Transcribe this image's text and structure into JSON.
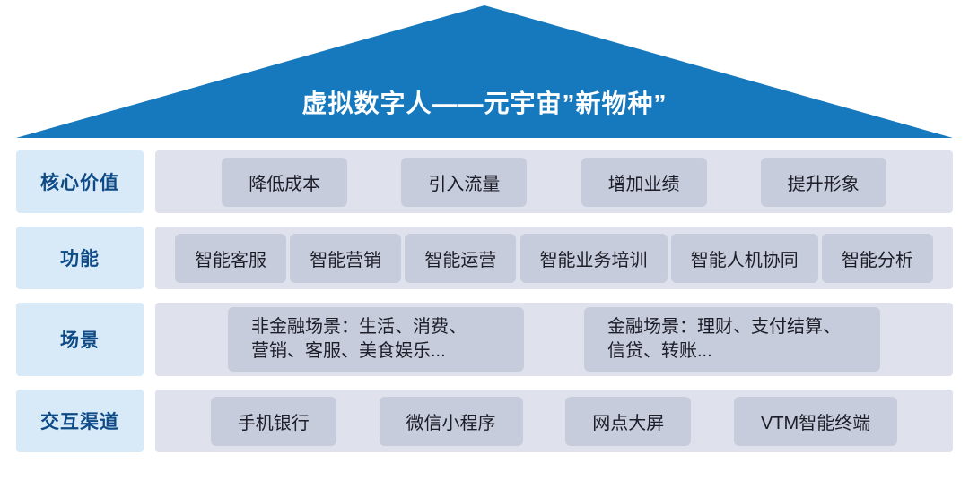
{
  "roof": {
    "title": "虚拟数字人——元宇宙”新物种”"
  },
  "rows": [
    {
      "label": "核心价值",
      "chips": [
        "降低成本",
        "引入流量",
        "增加业绩",
        "提升形象"
      ]
    },
    {
      "label": "功能",
      "chips": [
        "智能客服",
        "智能营销",
        "智能运营",
        "智能业务培训",
        "智能人机协同",
        "智能分析"
      ]
    },
    {
      "label": "场景",
      "chips": [
        "非金融场景：生活、消费、\n营销、客服、美食娱乐...",
        "金融场景：理财、支付结算、\n信贷、转账..."
      ]
    },
    {
      "label": "交互渠道",
      "chips": [
        "手机银行",
        "微信小程序",
        "网点大屏",
        "VTM智能终端"
      ]
    }
  ],
  "colors": {
    "roof": "#1678bd",
    "label-bg": "#d8eaf7",
    "label-text": "#0e4a86",
    "track-bg": "#dfe2ec",
    "chip-bg": "#c6ccdc",
    "chip-text": "#1d1d28"
  }
}
